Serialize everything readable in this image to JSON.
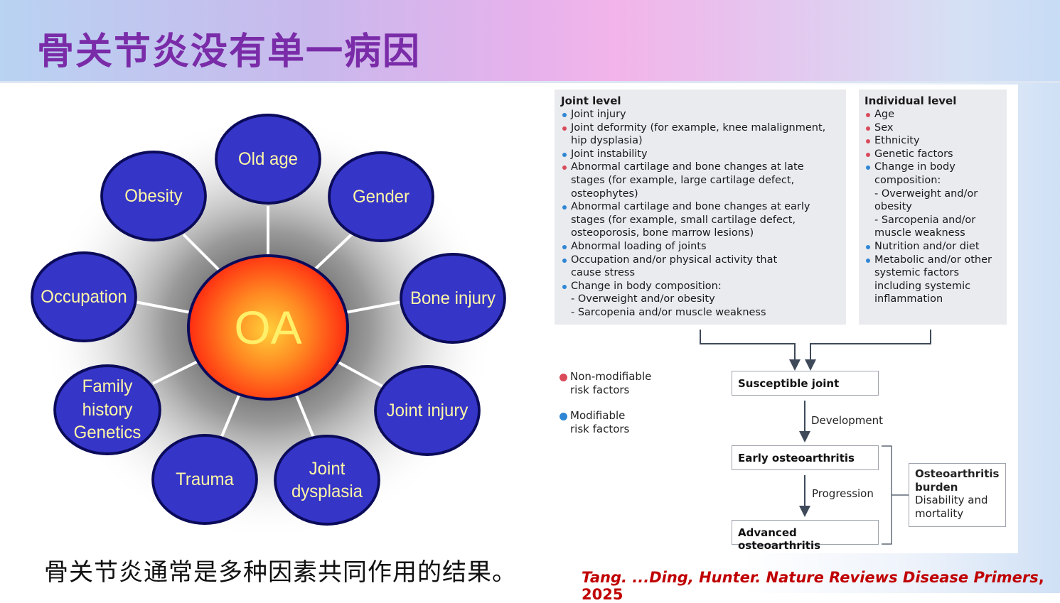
{
  "title": "骨关节炎没有单一病因",
  "caption": "骨关节炎通常是多种因素共同作用的结果。",
  "citation": {
    "authors": "Tang. ...Ding, Hunter. ",
    "journal": "Nature Reviews Disease Primers",
    "year": ", 2025"
  },
  "diagram": {
    "center": "OA",
    "factors": [
      "Old age",
      "Gender",
      "Bone injury",
      "Joint injury",
      "Joint\ndysplasia",
      "Trauma",
      "Family history\nGenetics",
      "Occupation",
      "Obesity"
    ],
    "colors": {
      "bubble": "#3535c8",
      "bubble_border": "#0b0b5a",
      "bubble_text": "#fff7a6",
      "center_text": "#fff06a"
    }
  },
  "figure": {
    "joint_level": {
      "heading": "Joint level",
      "items": [
        {
          "text": "Joint injury",
          "type": "modifiable"
        },
        {
          "text": "Joint deformity (for example, knee malalignment,\nhip dysplasia)",
          "type": "non-modifiable"
        },
        {
          "text": "Joint instability",
          "type": "modifiable"
        },
        {
          "text": "Abnormal cartilage and bone changes at late\nstages (for example, large cartilage defect,\nosteophytes)",
          "type": "non-modifiable"
        },
        {
          "text": "Abnormal cartilage and bone changes at early\nstages (for example, small cartilage defect,\nosteoporosis,  bone marrow lesions)",
          "type": "modifiable"
        },
        {
          "text": "Abnormal loading of joints",
          "type": "modifiable"
        },
        {
          "text": "Occupation and/or physical activity that\ncause stress",
          "type": "modifiable"
        },
        {
          "text": "Change in body composition:",
          "type": "modifiable"
        }
      ],
      "subitems": [
        "- Overweight and/or obesity",
        "- Sarcopenia and/or muscle weakness"
      ]
    },
    "individual_level": {
      "heading": "Individual level",
      "items": [
        {
          "text": "Age",
          "type": "non-modifiable"
        },
        {
          "text": "Sex",
          "type": "non-modifiable"
        },
        {
          "text": "Ethnicity",
          "type": "non-modifiable"
        },
        {
          "text": "Genetic factors",
          "type": "non-modifiable"
        },
        {
          "text": "Change in body\ncomposition:",
          "type": "modifiable"
        }
      ],
      "subitems": [
        "- Overweight and/or\n   obesity",
        "- Sarcopenia and/or\n   muscle weakness"
      ],
      "items2": [
        {
          "text": "Nutrition and/or diet",
          "type": "modifiable"
        },
        {
          "text": "Metabolic and/or other\nsystemic factors\nincluding systemic\ninflammation",
          "type": "modifiable"
        }
      ]
    },
    "legend": {
      "non_modifiable": "Non-modifiable\nrisk factors",
      "modifiable": "Modifiable\nrisk factors",
      "colors": {
        "non_modifiable": "#d94a5a",
        "modifiable": "#2f86d4"
      }
    },
    "flow": {
      "susceptible": "Susceptible joint",
      "development": "Development",
      "early": "Early osteoarthritis",
      "progression": "Progression",
      "advanced": "Advanced osteoarthritis",
      "burden_title": "Osteoarthritis\nburden",
      "burden_sub": "Disability and\nmortality"
    }
  }
}
